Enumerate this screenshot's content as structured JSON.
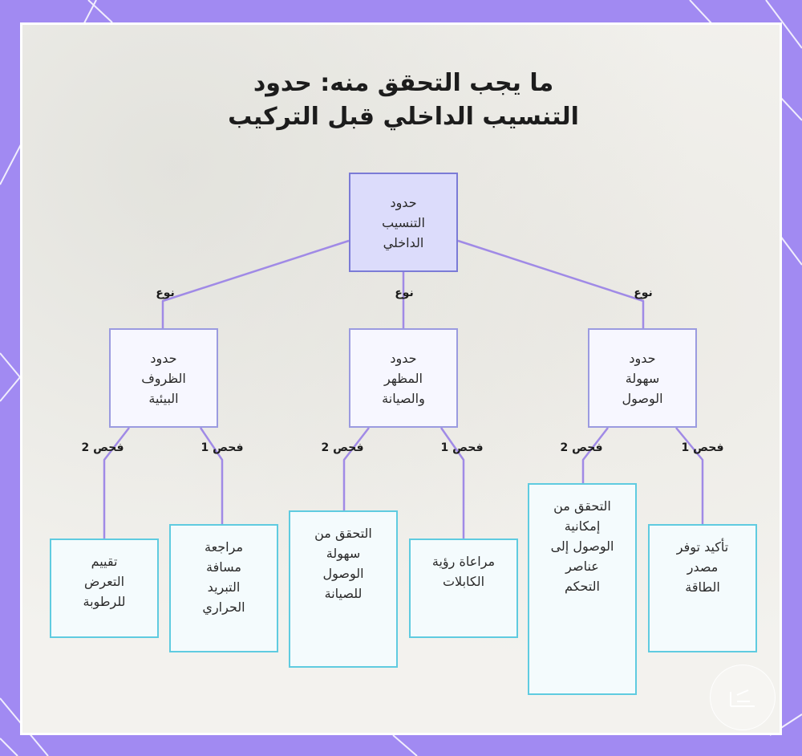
{
  "title": {
    "line1": "ما يجب التحقق منه: حدود",
    "line2": "التنسيب الداخلي قبل التركيب"
  },
  "root": {
    "lines": [
      "حدود",
      "التنسيب",
      "الداخلي"
    ]
  },
  "edge_labels": {
    "type": "نوع",
    "check1": "فحص 1",
    "check2": "فحص 2"
  },
  "categories": [
    {
      "id": "environment",
      "lines": [
        "حدود",
        "الظروف",
        "البيئية"
      ],
      "check1": [
        "مراجعة",
        "مسافة",
        "التبريد",
        "الحراري"
      ],
      "check2": [
        "تقييم",
        "التعرض",
        "للرطوبة"
      ]
    },
    {
      "id": "appearance",
      "lines": [
        "حدود",
        "المظهر",
        "والصيانة"
      ],
      "check1": [
        "مراعاة رؤية",
        "الكابلات"
      ],
      "check2": [
        "التحقق من",
        "سهولة",
        "الوصول",
        "للصيانة"
      ]
    },
    {
      "id": "access",
      "lines": [
        "حدود",
        "سهولة",
        "الوصول"
      ],
      "check1": [
        "تأكيد توفر",
        "مصدر",
        "الطاقة"
      ],
      "check2": [
        "التحقق من",
        "إمكانية",
        "الوصول إلى",
        "عناصر",
        "التحكم"
      ]
    }
  ],
  "colors": {
    "frame": "#a18af2",
    "root_fill": "#dcdcfb",
    "root_border": "#7b7bd6",
    "category_border": "#9b9be0",
    "leaf_border": "#5fcbe0",
    "connector": "#a08ae6"
  },
  "watermark_icon": "logo-mark-icon"
}
